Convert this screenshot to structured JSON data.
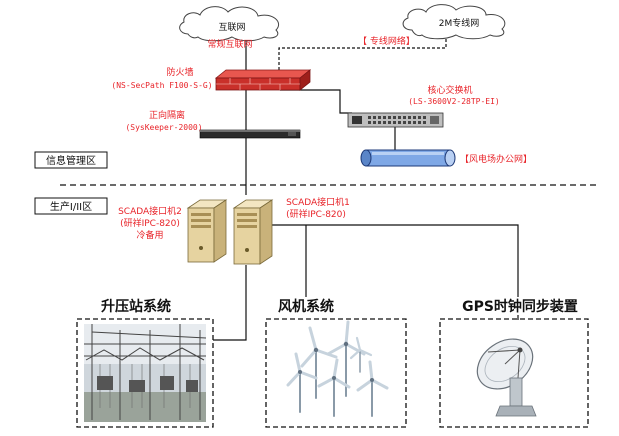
{
  "clouds": {
    "internet": "互联网",
    "line2m": "2M专线网"
  },
  "labels": {
    "public_internet": "常规互联网",
    "dedicated_network": "【 专线网络】",
    "firewall_title": "防火墙",
    "firewall_model": "(NS-SecPath F100-S-G)",
    "core_switch_title": "核心交换机",
    "core_switch_model": "(LS-3600V2-28TP-EI)",
    "isolation_title": "正向隔离",
    "isolation_model": "(SysKeeper-2000)",
    "wind_office_net": "【风电场办公网】",
    "zone_info": "信息管理区",
    "zone_production": "生产I/II区",
    "scada2_title": "SCADA接口机2",
    "scada2_model": "(研祥IPC-820)",
    "scada2_note": "冷备用",
    "scada1_title": "SCADA接口机1",
    "scada1_model": "(研祥IPC-820)",
    "system_booster": "升压站系统",
    "system_wind": "风机系统",
    "system_gps": "GPS时钟同步装置"
  }
}
